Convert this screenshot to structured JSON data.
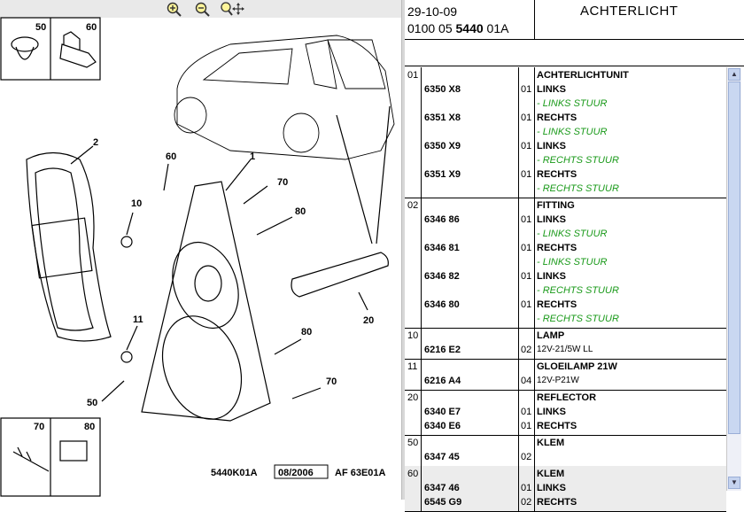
{
  "toolbar": {
    "zoom_in_icon": "zoom-in-icon",
    "zoom_out_icon": "zoom-out-icon",
    "zoom_pan_icon": "zoom-pan-icon"
  },
  "diagram": {
    "callouts": [
      "50",
      "60",
      "2",
      "60",
      "1",
      "70",
      "10",
      "80",
      "20",
      "11",
      "80",
      "50",
      "70",
      "70",
      "80"
    ],
    "footer_code": "5440K01A",
    "footer_date": "08/2006",
    "footer_ref": "AF 63E01A"
  },
  "header": {
    "date": "29-10-09",
    "ref_prefix": "0100 05",
    "ref_main": "5440",
    "ref_suffix": "01A",
    "title": "ACHTERLICHT"
  },
  "rows": [
    {
      "ref": "01",
      "cells": [
        {
          "d": "ACHTERLICHTUNIT",
          "b": true
        },
        {
          "p": "6350 X8",
          "q": "01",
          "d": "LINKS",
          "b": true
        },
        {
          "d": "- LINKS STUUR",
          "note": true
        },
        {
          "p": "6351 X8",
          "q": "01",
          "d": "RECHTS",
          "b": true
        },
        {
          "d": "- LINKS STUUR",
          "note": true
        },
        {
          "p": "6350 X9",
          "q": "01",
          "d": "LINKS",
          "b": true
        },
        {
          "d": "- RECHTS STUUR",
          "note": true
        },
        {
          "p": "6351 X9",
          "q": "01",
          "d": "RECHTS",
          "b": true
        },
        {
          "d": "- RECHTS STUUR",
          "note": true
        }
      ]
    },
    {
      "ref": "02",
      "cells": [
        {
          "d": "FITTING",
          "b": true
        },
        {
          "p": "6346 86",
          "q": "01",
          "d": "LINKS",
          "b": true
        },
        {
          "d": "- LINKS STUUR",
          "note": true
        },
        {
          "p": "6346 81",
          "q": "01",
          "d": "RECHTS",
          "b": true
        },
        {
          "d": "- LINKS STUUR",
          "note": true
        },
        {
          "p": "6346 82",
          "q": "01",
          "d": "LINKS",
          "b": true
        },
        {
          "d": "- RECHTS STUUR",
          "note": true
        },
        {
          "p": "6346 80",
          "q": "01",
          "d": "RECHTS",
          "b": true
        },
        {
          "d": "- RECHTS STUUR",
          "note": true
        }
      ]
    },
    {
      "ref": "10",
      "cells": [
        {
          "d": "LAMP",
          "b": true
        },
        {
          "p": "6216 E2",
          "q": "02",
          "d": "12V-21/5W LL",
          "small": true
        }
      ]
    },
    {
      "ref": "11",
      "cells": [
        {
          "d": "GLOEILAMP 21W",
          "b": true
        },
        {
          "p": "6216 A4",
          "q": "04",
          "d": "12V-P21W",
          "small": true
        }
      ]
    },
    {
      "ref": "20",
      "cells": [
        {
          "d": "REFLECTOR",
          "b": true
        },
        {
          "p": "6340 E7",
          "q": "01",
          "d": "LINKS",
          "b": true
        },
        {
          "p": "6340 E6",
          "q": "01",
          "d": "RECHTS",
          "b": true
        }
      ]
    },
    {
      "ref": "50",
      "cells": [
        {
          "d": "KLEM",
          "b": true
        },
        {
          "p": "6347 45",
          "q": "02",
          "d": ""
        }
      ]
    },
    {
      "ref": "60",
      "alt": true,
      "cells": [
        {
          "d": "KLEM",
          "b": true
        },
        {
          "p": "6347 46",
          "q": "01",
          "d": "LINKS",
          "b": true
        },
        {
          "p": "6545 G9",
          "q": "02",
          "d": "RECHTS",
          "b": true
        }
      ]
    }
  ],
  "scroll": {
    "up": "scroll-up-icon",
    "down": "scroll-down-icon"
  }
}
